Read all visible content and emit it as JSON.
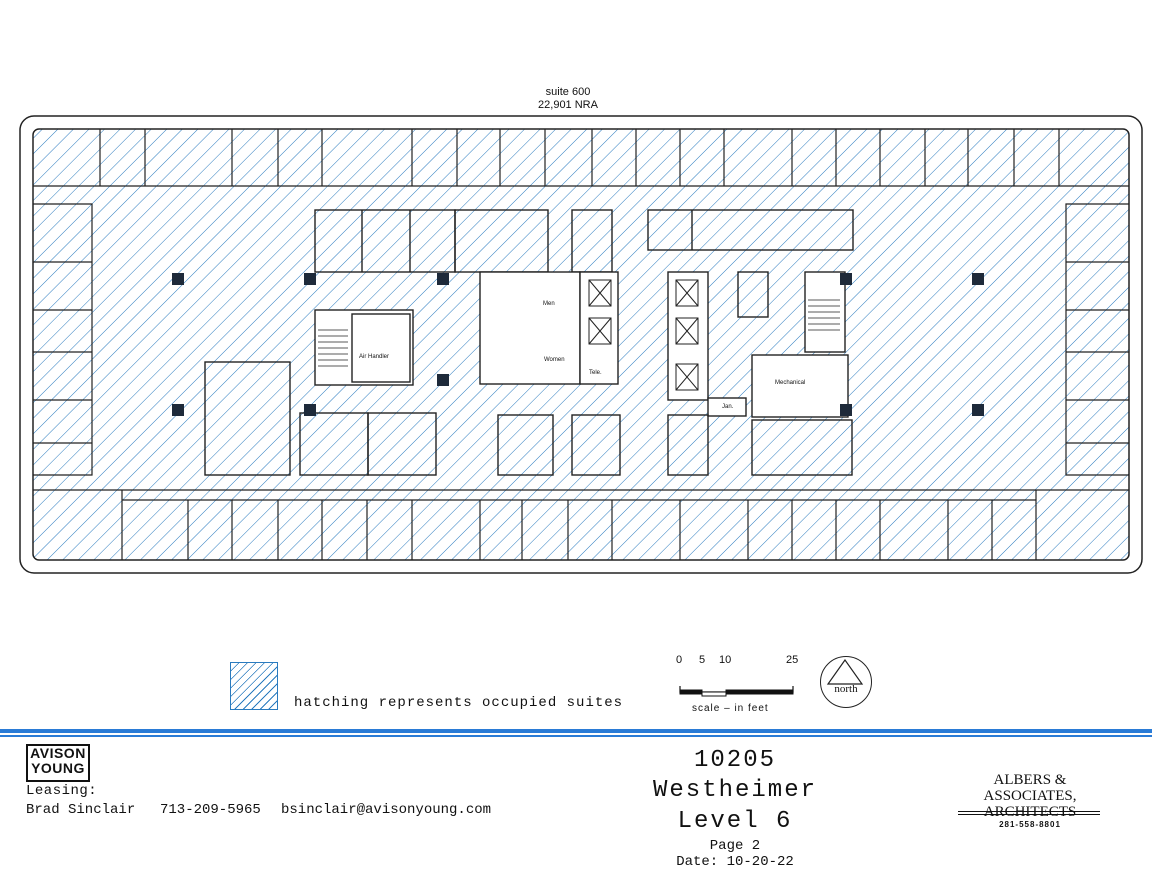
{
  "plan": {
    "suite": "suite 600",
    "area": "22,901 NRA",
    "rooms": {
      "men": "Men",
      "women": "Women",
      "air_handler": "Air Handler",
      "tele": "Tele.",
      "mechanical": "Mechanical",
      "jan": "Jan."
    }
  },
  "legend": {
    "text": "hatching represents occupied suites",
    "hatch_color": "#2a7bbf"
  },
  "scale": {
    "ticks": [
      "0",
      "5",
      "10",
      "25"
    ],
    "caption": "scale – in feet"
  },
  "north_label": "north",
  "footer": {
    "logo_line1": "AVISON",
    "logo_line2": "YOUNG",
    "leasing_label": "Leasing:",
    "agent_name": "Brad Sinclair",
    "agent_phone": "713-209-5965",
    "agent_email": "bsinclair@avisonyoung.com",
    "building": "10205 Westheimer",
    "level": "Level 6",
    "page": "Page 2",
    "date": "Date: 10-20-22",
    "architect_line1": "ALBERS & ASSOCIATES,",
    "architect_line2": "ARCHITECTS",
    "architect_phone": "281-558-8801",
    "accent_color": "#2a7bd6"
  }
}
